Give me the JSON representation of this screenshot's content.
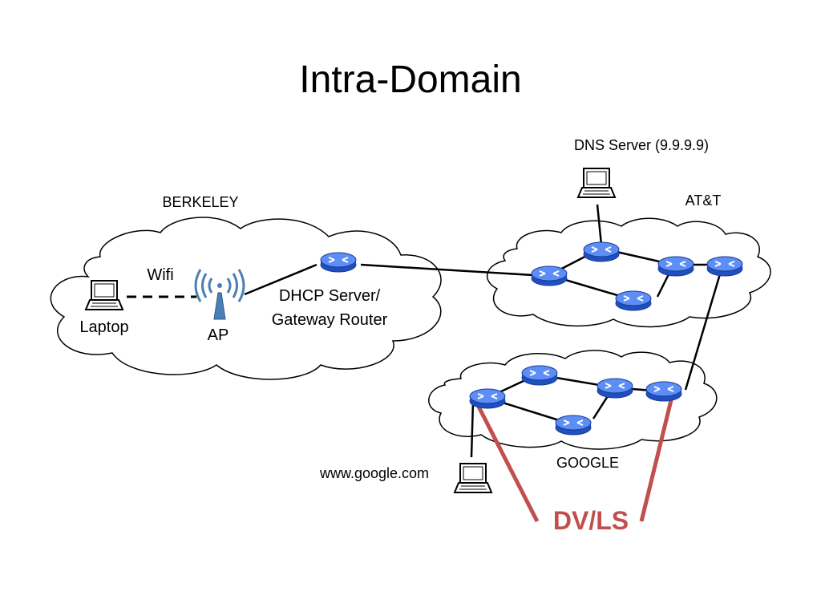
{
  "title": "Intra-Domain",
  "clouds": {
    "berkeley": "BERKELEY",
    "att": "AT&T",
    "google": "GOOGLE"
  },
  "devices": {
    "laptop": "Laptop",
    "access_point": "AP",
    "wifi": "Wifi",
    "gateway_line1": "DHCP Server/",
    "gateway_line2": "Gateway Router",
    "dns_server": "DNS Server (9.9.9.9)",
    "web_server": "www.google.com"
  },
  "protocol_label": "DV/LS",
  "colors": {
    "router_blue": "#2a5fd9",
    "router_top": "#6f9bff",
    "accent_red": "#c0504d",
    "ap_blue": "#4a7fb5"
  }
}
